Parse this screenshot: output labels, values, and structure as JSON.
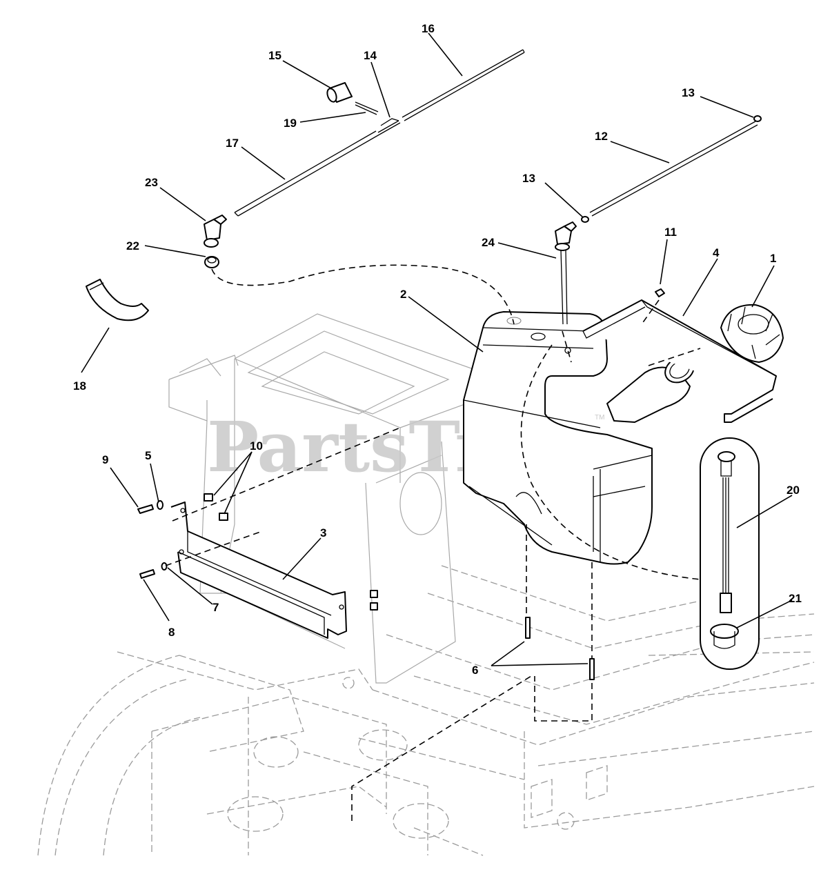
{
  "watermark": {
    "text": "PartsTree",
    "tm": "TM"
  },
  "callouts": [
    {
      "id": "1",
      "label": "1"
    },
    {
      "id": "2",
      "label": "2"
    },
    {
      "id": "3",
      "label": "3"
    },
    {
      "id": "4",
      "label": "4"
    },
    {
      "id": "5",
      "label": "5"
    },
    {
      "id": "6",
      "label": "6"
    },
    {
      "id": "7",
      "label": "7"
    },
    {
      "id": "8",
      "label": "8"
    },
    {
      "id": "9",
      "label": "9"
    },
    {
      "id": "10",
      "label": "10"
    },
    {
      "id": "11",
      "label": "11"
    },
    {
      "id": "12",
      "label": "12"
    },
    {
      "id": "13a",
      "label": "13"
    },
    {
      "id": "13b",
      "label": "13"
    },
    {
      "id": "14",
      "label": "14"
    },
    {
      "id": "15",
      "label": "15"
    },
    {
      "id": "16",
      "label": "16"
    },
    {
      "id": "17",
      "label": "17"
    },
    {
      "id": "18",
      "label": "18"
    },
    {
      "id": "19",
      "label": "19"
    },
    {
      "id": "20",
      "label": "20"
    },
    {
      "id": "21",
      "label": "21"
    },
    {
      "id": "22",
      "label": "22"
    },
    {
      "id": "23",
      "label": "23"
    },
    {
      "id": "24",
      "label": "24"
    }
  ]
}
